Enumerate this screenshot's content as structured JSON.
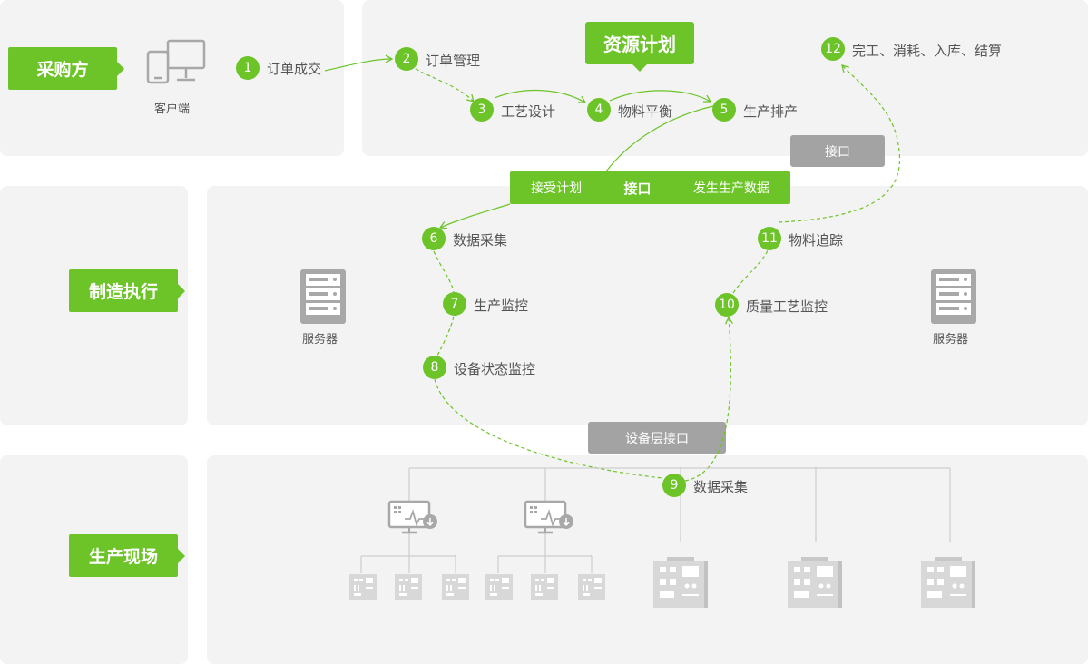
{
  "zones": {
    "buyer": "采购方",
    "manufacturing": "制造执行",
    "production": "生产现场"
  },
  "resource_plan": "资源计划",
  "client_label": "客户端",
  "server_label": "服务器",
  "interface_bar": {
    "left": "接受计划",
    "center": "接口",
    "right": "发生生产数据"
  },
  "interface_label": "接口",
  "device_interface_label": "设备层接口",
  "steps": [
    {
      "num": "1",
      "label": "订单成交"
    },
    {
      "num": "2",
      "label": "订单管理"
    },
    {
      "num": "3",
      "label": "工艺设计"
    },
    {
      "num": "4",
      "label": "物料平衡"
    },
    {
      "num": "5",
      "label": "生产排产"
    },
    {
      "num": "6",
      "label": "数据采集"
    },
    {
      "num": "7",
      "label": "生产监控"
    },
    {
      "num": "8",
      "label": "设备状态监控"
    },
    {
      "num": "9",
      "label": "数据采集"
    },
    {
      "num": "10",
      "label": "质量工艺监控"
    },
    {
      "num": "11",
      "label": "物料追踪"
    },
    {
      "num": "12",
      "label": "完工、消耗、入库、结算"
    }
  ],
  "colors": {
    "accent": "#6cc428",
    "panel": "#f3f3f3",
    "gray_button": "#a3a3a3",
    "icon": "#a8a8a8"
  }
}
